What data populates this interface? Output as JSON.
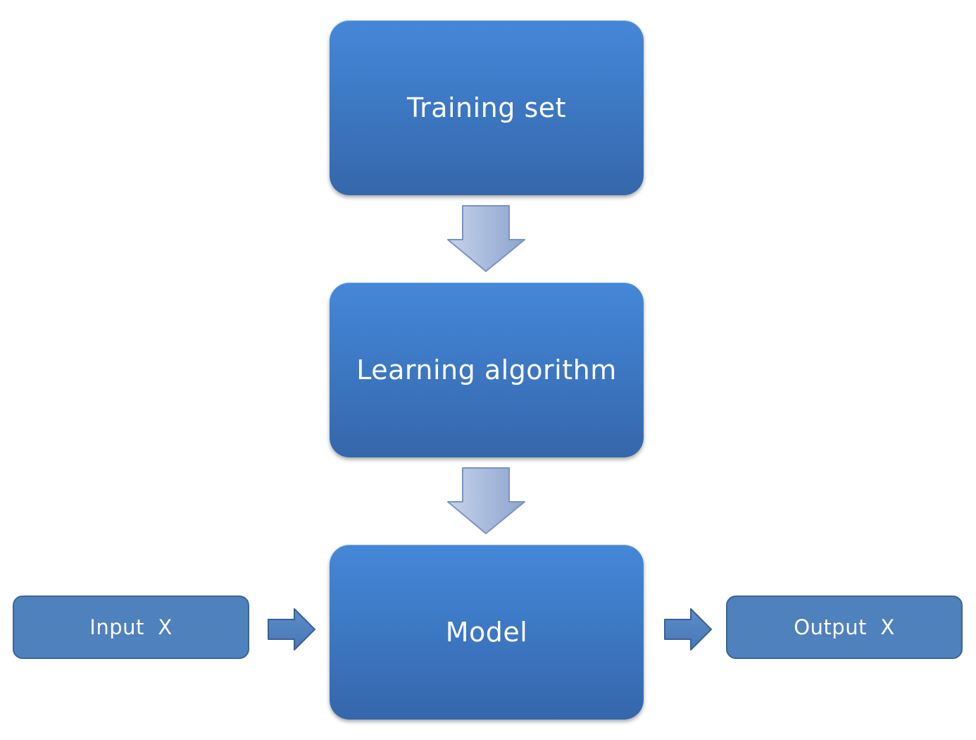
{
  "diagram": {
    "nodes": {
      "training_set": "Training set",
      "learning_algorithm": "Learning algorithm",
      "model": "Model",
      "input": "Input  X",
      "output": "Output  X"
    },
    "edges": [
      {
        "from": "training_set",
        "to": "learning_algorithm"
      },
      {
        "from": "learning_algorithm",
        "to": "model"
      },
      {
        "from": "input",
        "to": "model"
      },
      {
        "from": "model",
        "to": "output"
      }
    ],
    "colors": {
      "box_fill": "#3d79c5",
      "small_box_fill": "#4f81bd",
      "arrow_fill": "#aabbdc",
      "arrow_stroke": "#7a93c0",
      "text": "#ffffff"
    }
  }
}
